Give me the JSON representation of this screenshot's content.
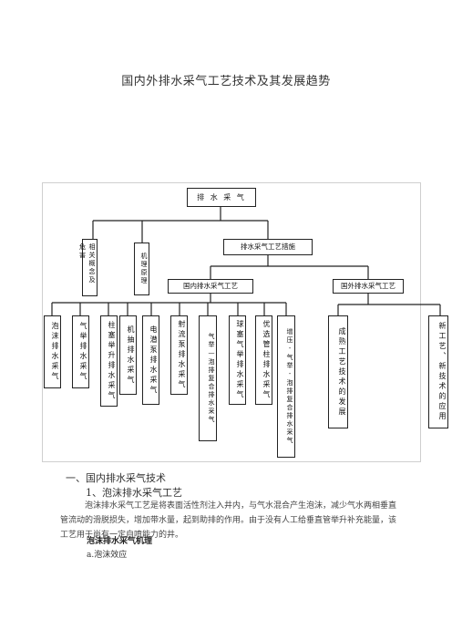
{
  "title": "国内外排水采气工艺技术及其发展趋势",
  "chart": {
    "root": "排 水 采 气",
    "l2": {
      "concept": "相关概念及危害",
      "principle": "机理原理",
      "measures": "排水采气工艺措施"
    },
    "l3": {
      "domestic": "国内排水采气工艺",
      "foreign": "国外排水采气工艺"
    },
    "domestic_items": [
      "泡沫排水采气",
      "气举排水采气",
      "柱塞举升排水采气",
      "机抽排水采气",
      "电潜泵排水采气",
      "射流泵排水采气",
      "气举—泡排复合排水采气",
      "球塞气举排水采气",
      "优选管柱排水采气",
      "增压-气举-泡排复合排水采气"
    ],
    "foreign_items": [
      "成熟工艺技术的发展",
      "新工艺、新技术的应用"
    ]
  },
  "text": {
    "h1": "一、国内排水采气技术",
    "h2": "1、泡沫排水采气工艺",
    "p1": "泡沫排水采气工艺是将表面活性剂注入井内，与气水混合产生泡沫，减少气水两相垂直管流动的滑脱损失，增加带水量，起到助排的作用。由于没有人工给垂直管举升补充能量，该工艺用于尚有一定自喷能力的井。",
    "b1": "泡沫排水采气机理",
    "a1": "a.泡沫效应"
  }
}
